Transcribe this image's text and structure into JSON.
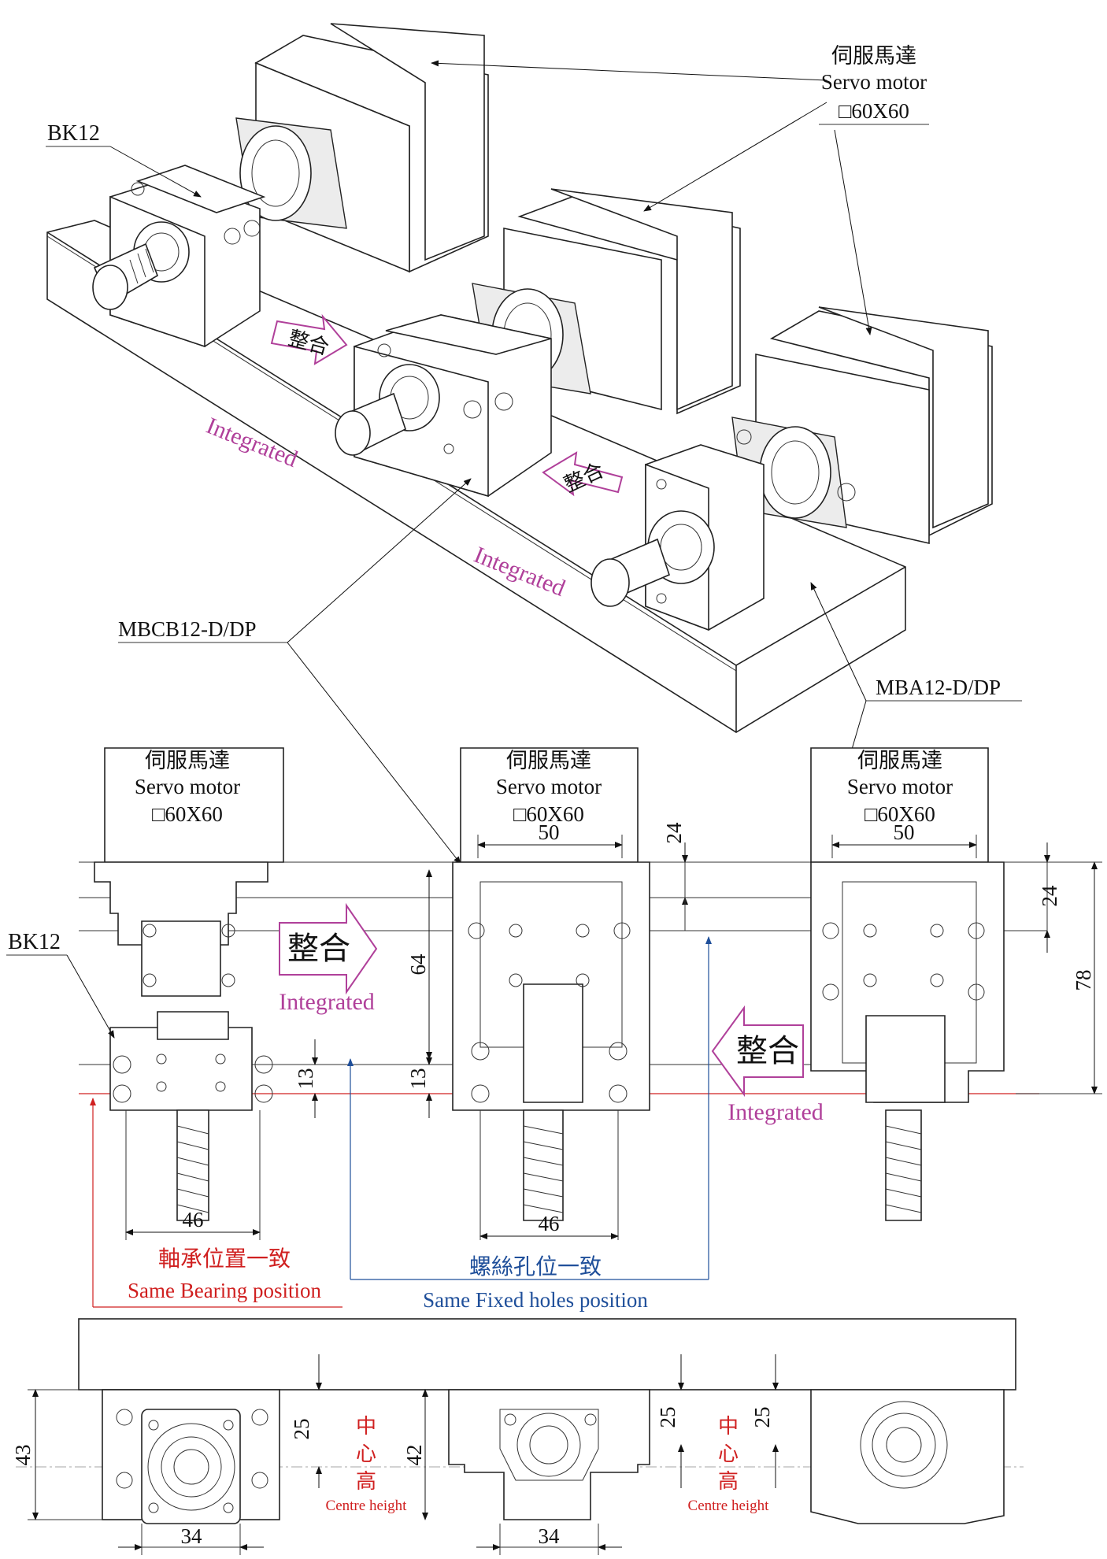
{
  "iso_view": {
    "servo_motor_label_cn": "伺服馬達",
    "servo_motor_label_en": "Servo motor",
    "servo_motor_size": "□60X60",
    "bk12_label": "BK12",
    "mbcb_label": "MBCB12-D/DP",
    "mba_label": "MBA12-D/DP",
    "integrated_arrow_cn": "整合",
    "integrated_en": "Integrated"
  },
  "front_view": {
    "motor_label_cn": "伺服馬達",
    "motor_label_en": "Servo motor",
    "motor_size": "□60X60",
    "bk12_label": "BK12",
    "integrated_arrow_cn": "整合",
    "integrated_en": "Integrated",
    "dims": {
      "d50_a": "50",
      "d50_b": "50",
      "d24_a": "24",
      "d24_b": "24",
      "d64": "64",
      "d78": "78",
      "d13_a": "13",
      "d13_b": "13",
      "d46_a": "46",
      "d46_b": "46"
    },
    "same_bearing_cn": "軸承位置一致",
    "same_bearing_en": "Same Bearing position",
    "same_holes_cn": "螺絲孔位一致",
    "same_holes_en": "Same Fixed holes position"
  },
  "side_view": {
    "dims": {
      "d43": "43",
      "d25_a": "25",
      "d42": "42",
      "d25_b": "25",
      "d25_c": "25",
      "d34_a": "34",
      "d34_b": "34"
    },
    "centre_cn_1": "中",
    "centre_cn_2": "心",
    "centre_cn_3": "高",
    "centre_en": "Centre height"
  }
}
